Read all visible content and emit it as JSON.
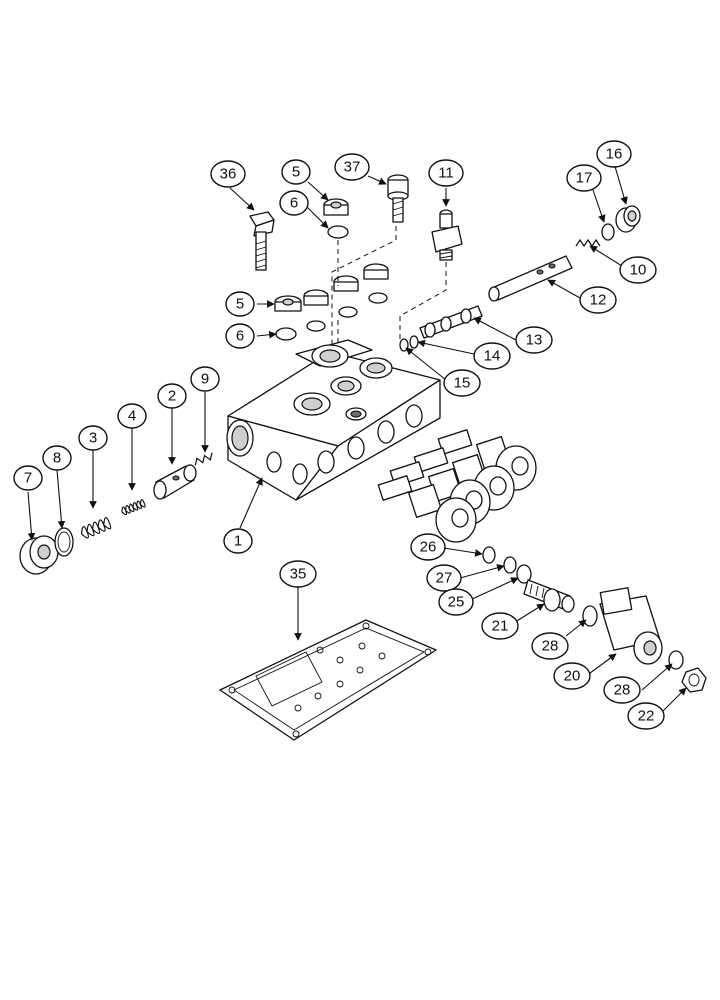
{
  "callouts": [
    "1",
    "2",
    "3",
    "4",
    "5",
    "5",
    "6",
    "6",
    "7",
    "8",
    "9",
    "10",
    "11",
    "12",
    "13",
    "14",
    "15",
    "16",
    "17",
    "20",
    "21",
    "22",
    "25",
    "26",
    "27",
    "28",
    "28",
    "35",
    "36",
    "37"
  ]
}
